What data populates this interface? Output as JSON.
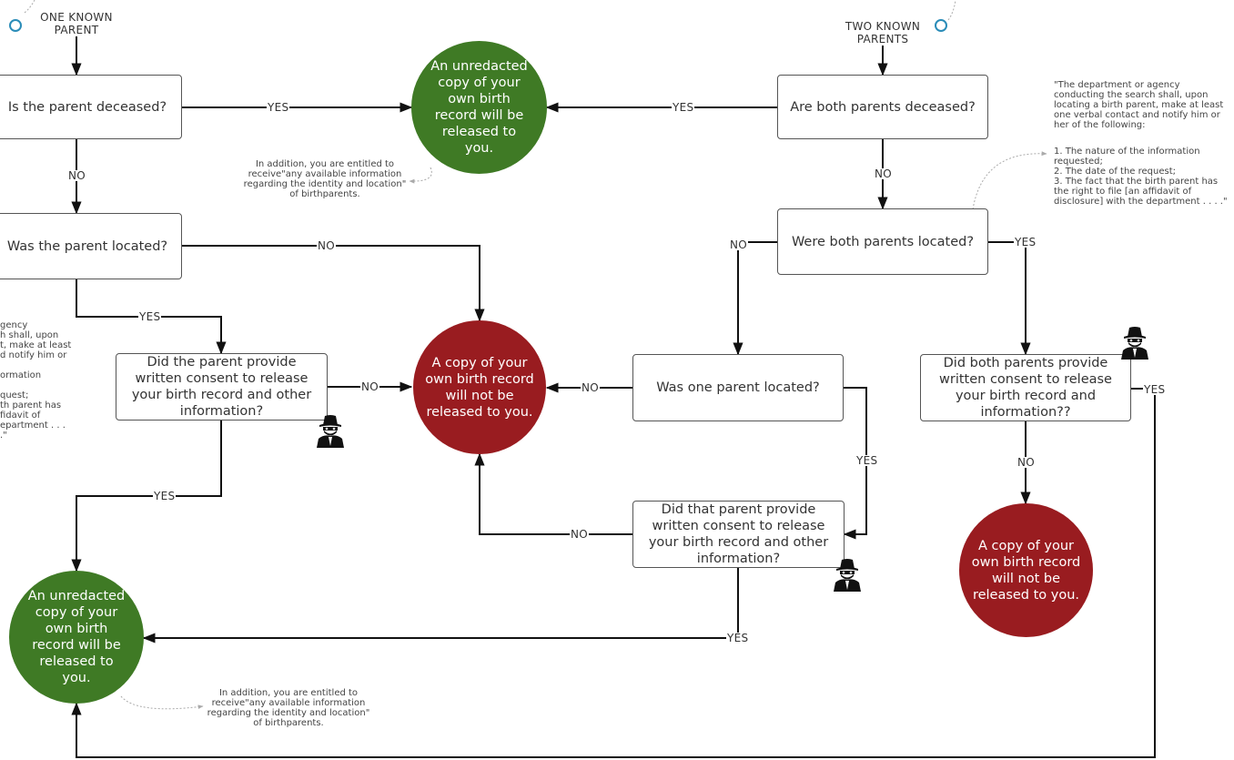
{
  "branches": {
    "one_known_parent": "ONE KNOWN\nPARENT",
    "two_known_parents": "TWO KNOWN\nPARENTS"
  },
  "questions": {
    "parent_deceased": "Is the parent deceased?",
    "parent_located": "Was the parent located?",
    "parent_consent": "Did the parent provide written consent to release your birth record and other information?",
    "both_deceased": "Are both parents deceased?",
    "both_located": "Were both parents located?",
    "one_located": "Was one parent located?",
    "that_parent_consent": "Did that parent provide written consent to release your birth record and other information?",
    "both_consent": "Did both parents provide written consent to release your birth record and information??"
  },
  "outcomes": {
    "released": "An unredacted copy of your own birth record will be released to you.",
    "not_released": "A copy of your own birth record will not be released to you."
  },
  "edge_labels": {
    "yes": "YES",
    "no": "NO"
  },
  "notes": {
    "additional_info": "In addition, you are entitled to\nreceive\"any available information\nregarding the identity and location\"\nof birthparents.",
    "agency_intro": "\"The department or agency\nconducting the search shall, upon\nlocating a birth parent, make at least\none verbal contact and notify him or\nher of the following:",
    "agency_list": "1. The nature of the information\nrequested;\n2. The date of the request;\n3. The fact that the birth parent has\nthe right to file [an affidavit of\ndisclosure] with the department . . . .\"",
    "left_partial": "gency\nh shall, upon\nt, make at least\nd notify him or\n\normation\n\nquest;\nth parent has\nfidavit of\nepartment . . . .\""
  },
  "icons": {
    "branch_marker": "circle-marker-icon",
    "notification": "spy-icon"
  },
  "colors": {
    "green": "#3f7a25",
    "red": "#991c20",
    "marker": "#2a8cb8",
    "line": "#111111"
  }
}
